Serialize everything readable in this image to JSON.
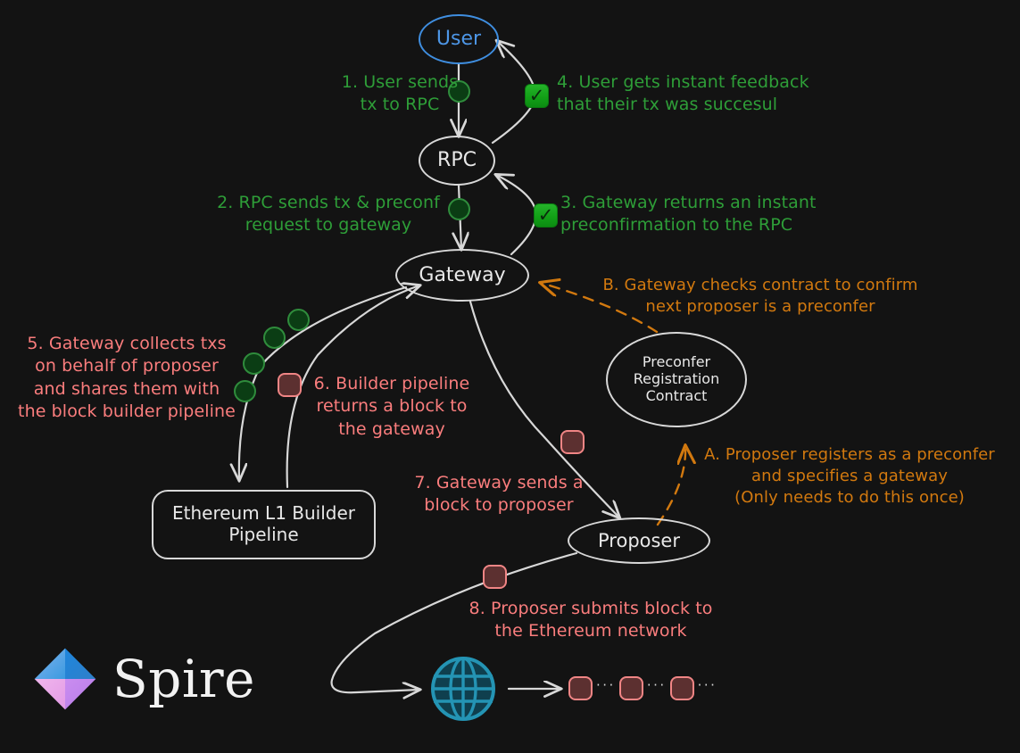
{
  "diagram": {
    "title": "Spire preconfirmation flow",
    "background_color": "#131313",
    "colors": {
      "node_stroke": "#d8d8d8",
      "user_blue": "#3f8ee0",
      "step_green": "#2e9e38",
      "step_red": "#fa7d7d",
      "step_orange": "#d2790f",
      "tx_dot_fill": "#0b3d14",
      "tx_dot_stroke": "#2f8c3c",
      "block_fill": "#5c3030",
      "block_stroke": "#f08585",
      "check_green": "#12a017",
      "globe_teal": "#1f7f99"
    }
  },
  "nodes": {
    "user": {
      "label": "User"
    },
    "rpc": {
      "label": "RPC"
    },
    "gateway": {
      "label": "Gateway"
    },
    "contract": {
      "label": "Preconfer\nRegistration\nContract"
    },
    "builder_pipeline": {
      "label": "Ethereum L1 Builder\nPipeline"
    },
    "proposer": {
      "label": "Proposer"
    }
  },
  "steps": [
    {
      "id": "step-1",
      "color": "green",
      "text": "1. User sends\ntx to RPC"
    },
    {
      "id": "step-2",
      "color": "green",
      "text": "2. RPC sends tx & preconf\nrequest to gateway"
    },
    {
      "id": "step-3",
      "color": "green",
      "text": "3. Gateway returns an instant\npreconfirmation to the RPC"
    },
    {
      "id": "step-4",
      "color": "green",
      "text": "4. User gets instant feedback\nthat their tx was succesul"
    },
    {
      "id": "step-5",
      "color": "red",
      "text": "5. Gateway collects txs\non behalf of proposer\nand shares them with\nthe block builder pipeline"
    },
    {
      "id": "step-6",
      "color": "red",
      "text": "6. Builder pipeline\nreturns a block to\nthe gateway"
    },
    {
      "id": "step-7",
      "color": "red",
      "text": "7. Gateway sends a\nblock to proposer"
    },
    {
      "id": "step-8",
      "color": "red",
      "text": "8. Proposer submits block to\nthe Ethereum network"
    },
    {
      "id": "step-a",
      "color": "orange",
      "text": "A. Proposer registers as a preconfer\nand specifies a gateway\n(Only needs to do this once)"
    },
    {
      "id": "step-b",
      "color": "orange",
      "text": "B. Gateway checks contract to confirm\nnext proposer is a preconfer"
    }
  ],
  "markers": {
    "check_glyph": "✓",
    "chain_dots": "···"
  },
  "logo": {
    "brand": "Spire",
    "mark_name": "spire-diamond-logo"
  }
}
